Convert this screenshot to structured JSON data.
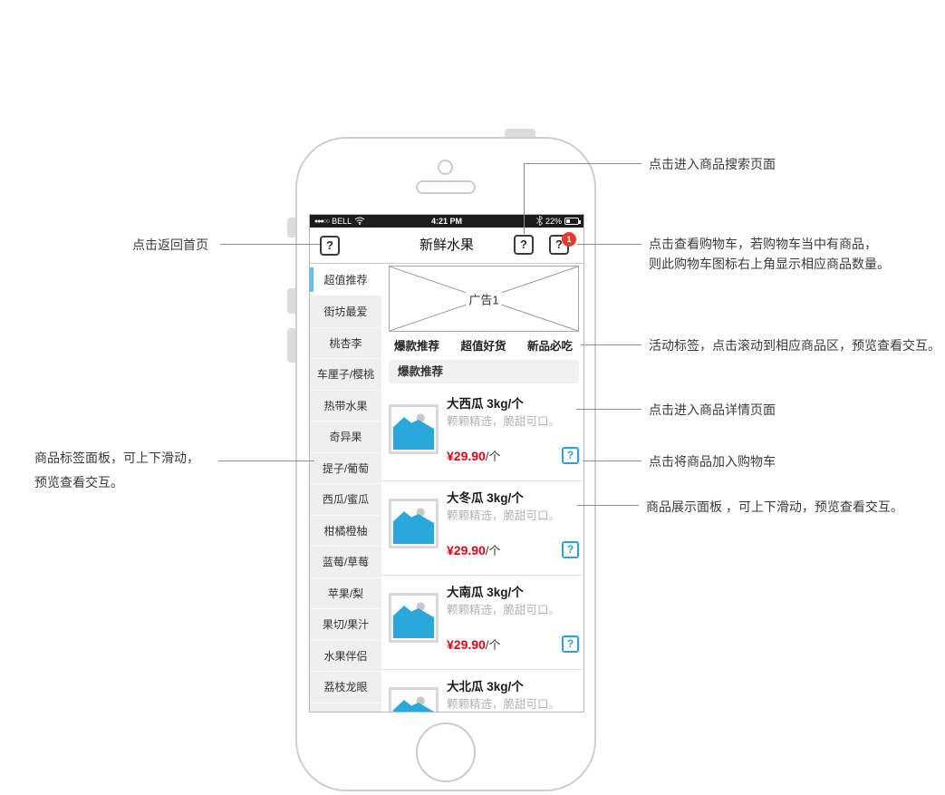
{
  "colors": {
    "accent_blue": "#2aa7db",
    "selected_bar_blue": "#5fc0e9",
    "price_red": "#e60012",
    "badge_red": "#e8392e",
    "status_bar_bg": "#1c1c1c"
  },
  "phone": {
    "status_bar": {
      "signal_dots": "●●●○○",
      "carrier": "BELL",
      "time": "4:21 PM",
      "battery_percent": "22%"
    },
    "nav": {
      "title": "新鲜水果",
      "placeholder_glyph": "?",
      "cart_badge": "1"
    },
    "sidebar": {
      "selected_index": 0,
      "items": [
        "超值推荐",
        "街坊最爱",
        "桃杏李",
        "车厘子/樱桃",
        "热带水果",
        "奇异果",
        "提子/葡萄",
        "西瓜/蜜瓜",
        "柑橘橙柚",
        "蓝莓/草莓",
        "苹果/梨",
        "果切/果汁",
        "水果伴侣",
        "荔枝龙眼"
      ]
    },
    "ad_label": "广告1",
    "tabs": [
      "爆款推荐",
      "超值好货",
      "新品必吃"
    ],
    "section_title": "爆款推荐",
    "products": [
      {
        "title": "大西瓜 3kg/个",
        "desc": "颗颗精选，脆甜可口。",
        "price": "¥29.90",
        "unit": "/个",
        "cart_glyph": "?"
      },
      {
        "title": "大冬瓜 3kg/个",
        "desc": "颗颗精选，脆甜可口。",
        "price": "¥29.90",
        "unit": "/个",
        "cart_glyph": "?"
      },
      {
        "title": "大南瓜 3kg/个",
        "desc": "颗颗精选，脆甜可口。",
        "price": "¥29.90",
        "unit": "/个",
        "cart_glyph": "?"
      },
      {
        "title": "大北瓜 3kg/个",
        "desc": "颗颗精选，脆甜可口。"
      }
    ]
  },
  "annotations": {
    "search": "点击进入商品搜索页面",
    "back": "点击返回首页",
    "cart_line1": "点击查看购物车，若购物车当中有商品，",
    "cart_line2": "则此购物车图标右上角显示相应商品数量。",
    "tabs": "活动标签，点击滚动到相应商品区，预览查看交互。",
    "detail": "点击进入商品详情页面",
    "sidebar_line1": "商品标签面板，可上下滑动，",
    "sidebar_line2": "预览查看交互。",
    "add_cart": "点击将商品加入购物车",
    "panel": "商品展示面板 ，可上下滑动，预览查看交互。"
  }
}
